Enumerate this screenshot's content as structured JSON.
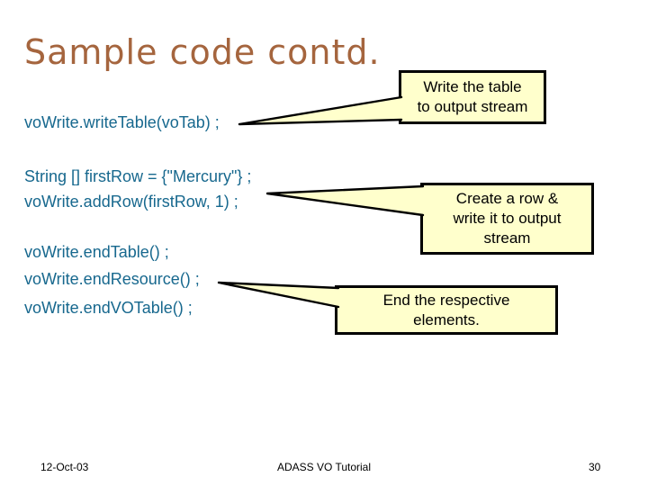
{
  "slide": {
    "title": "Sample code contd.",
    "code": {
      "lines": [
        "voWrite.writeTable(voTab) ;",
        "String [] firstRow = {\"Mercury\"} ;",
        "voWrite.addRow(firstRow, 1) ;",
        "voWrite.endTable() ;",
        "voWrite.endResource() ;",
        "voWrite.endVOTable() ;"
      ]
    },
    "callouts": [
      {
        "lines": [
          "Write the table",
          "to output stream"
        ]
      },
      {
        "lines": [
          "Create a row &",
          "write it to output",
          "stream"
        ]
      },
      {
        "lines": [
          "End the respective",
          "elements."
        ]
      }
    ],
    "footer": {
      "date": "12-Oct-03",
      "center": "ADASS VO Tutorial",
      "page_number": "30"
    },
    "colors": {
      "title": "#a5653e",
      "code": "#17688e",
      "callout_fill": "#ffffcc",
      "callout_border": "#000000",
      "background": "#ffffff"
    }
  }
}
